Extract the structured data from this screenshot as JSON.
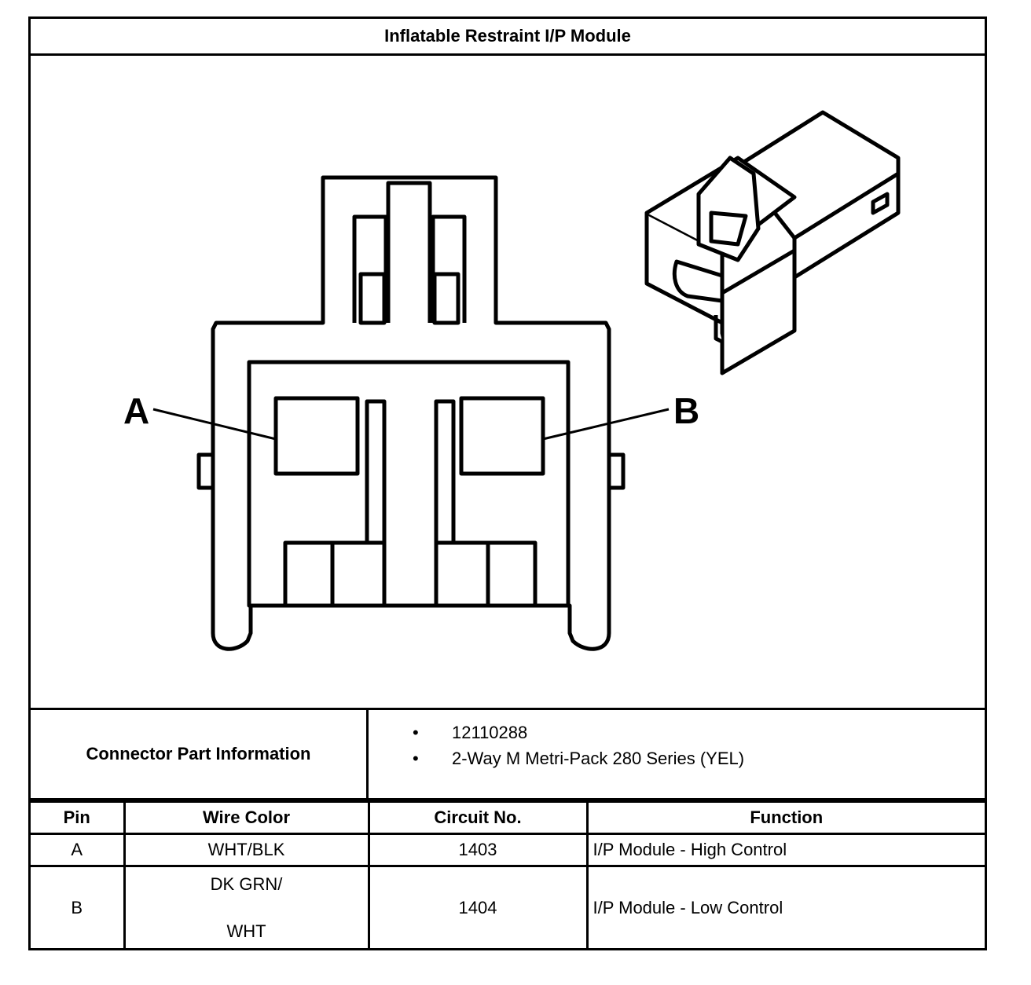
{
  "title": "Inflatable Restraint I/P Module",
  "figure": {
    "pin_labels": [
      "A",
      "B"
    ]
  },
  "connector_part_information": {
    "label": "Connector Part Information",
    "items": [
      "12110288",
      "2-Way M Metri-Pack 280 Series (YEL)"
    ],
    "bullet": "•"
  },
  "pin_table": {
    "headers": [
      "Pin",
      "Wire Color",
      "Circuit No.",
      "Function"
    ],
    "rows": [
      {
        "pin": "A",
        "wire_color": "WHT/BLK",
        "circuit": "1403",
        "function": "I/P Module - High Control"
      },
      {
        "pin": "B",
        "wire_color_line1": "DK GRN/",
        "wire_color_line2": "WHT",
        "circuit": "1404",
        "function": "I/P Module - Low Control"
      }
    ]
  }
}
